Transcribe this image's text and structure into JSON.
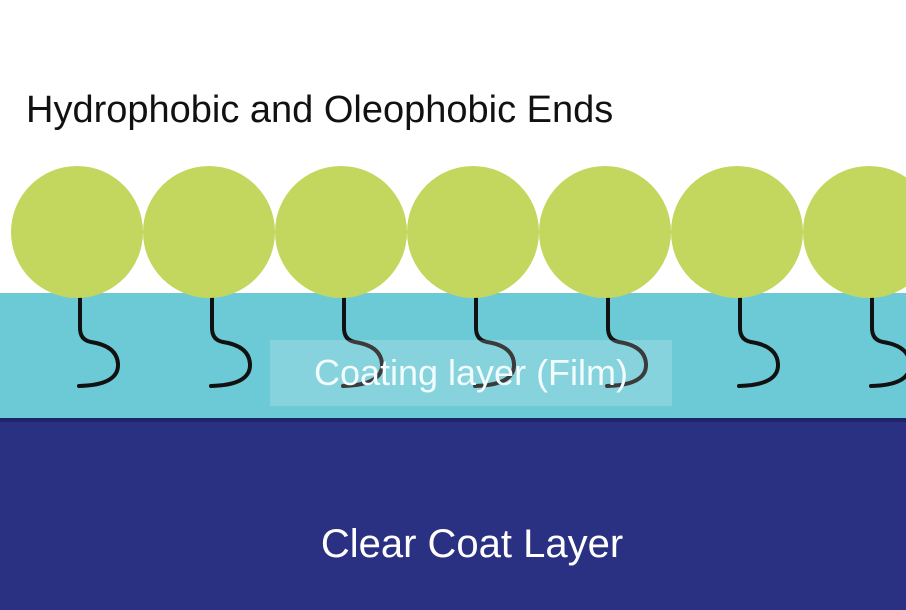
{
  "title": "Hydrophobic and Oleophobic Ends",
  "coating_label": "Coating layer (Film)",
  "base_label": "Clear Coat Layer",
  "colors": {
    "sphere": "#c3d75e",
    "coating": "#6ccad6",
    "base": "#2a3082",
    "base_edge": "#1e2468",
    "tail": "#111111"
  },
  "molecule_count": 7
}
